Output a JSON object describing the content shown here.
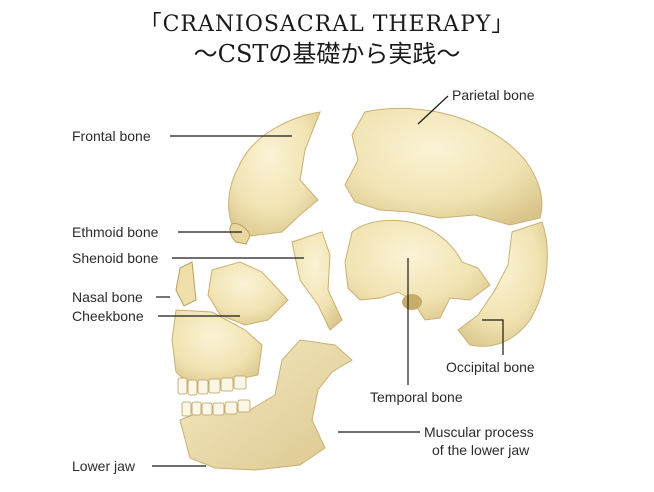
{
  "title": {
    "line1": "「CRANIOSACRAL THERAPY」",
    "line2": "～CSTの基礎から実践～"
  },
  "labels": {
    "parietal": "Parietal bone",
    "frontal": "Frontal bone",
    "ethmoid": "Ethmoid bone",
    "sphenoid": "Shenoid bone",
    "nasal": "Nasal bone",
    "cheek": "Cheekbone",
    "occipital": "Occipital bone",
    "temporal": "Temporal bone",
    "muscular_line1": "Muscular process",
    "muscular_line2": "of the lower jaw",
    "lower_jaw": "Lower jaw"
  },
  "colors": {
    "bone": "#f1e3b2",
    "bone_shadow": "#d9c48a",
    "bone_outline": "#b89f5e"
  }
}
